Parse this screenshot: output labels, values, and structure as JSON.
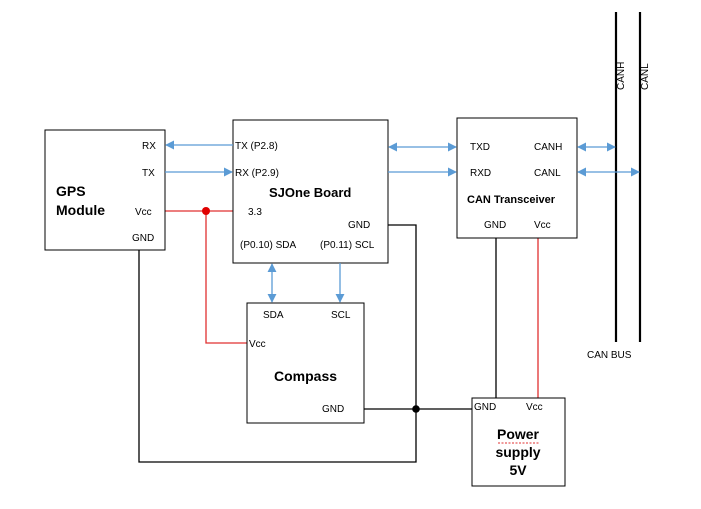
{
  "gps": {
    "title_line1": "GPS",
    "title_line2": "Module",
    "rx": "RX",
    "tx": "TX",
    "vcc": "Vcc",
    "gnd": "GND"
  },
  "sjone": {
    "title": "SJOne Board",
    "tx": "TX (P2.8)",
    "rx": "RX (P2.9)",
    "v33": "3.3",
    "gnd": "GND",
    "sda": "(P0.10) SDA",
    "scl": "(P0.11) SCL"
  },
  "can": {
    "title": "CAN Transceiver",
    "txd": "TXD",
    "rxd": "RXD",
    "canh": "CANH",
    "canl": "CANL",
    "gnd": "GND",
    "vcc": "Vcc"
  },
  "compass": {
    "title": "Compass",
    "sda": "SDA",
    "scl": "SCL",
    "vcc": "Vcc",
    "gnd": "GND"
  },
  "power": {
    "gnd": "GND",
    "vcc": "Vcc",
    "title_line1": "Power",
    "title_line2": "supply",
    "title_line3": "5V"
  },
  "bus": {
    "canh": "CANH",
    "canl": "CANL",
    "label": "CAN BUS"
  },
  "colors": {
    "signal": "#5b9bd5",
    "power": "#e03030",
    "ground": "#000000",
    "node": "#e00000"
  }
}
